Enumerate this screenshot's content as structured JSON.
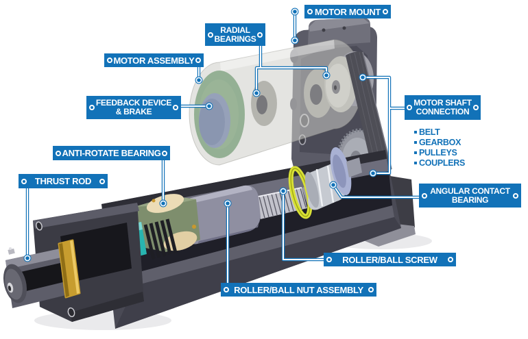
{
  "colors": {
    "label_background": "#1272b8",
    "label_text": "#ffffff",
    "leader_line_blue": "#1272b8",
    "leader_line_core": "#ffffff",
    "background": "#ffffff"
  },
  "labels": {
    "motor_mount": {
      "text": "MOTOR MOUNT"
    },
    "radial_bearings": {
      "line1": "RADIAL",
      "line2": "BEARINGS"
    },
    "motor_assembly": {
      "text": "MOTOR ASSEMBLY"
    },
    "feedback_device_brake": {
      "line1": "FEEDBACK DEVICE",
      "line2": "& BRAKE"
    },
    "anti_rotate_bearing": {
      "text": "ANTI-ROTATE BEARING"
    },
    "thrust_rod": {
      "text": "THRUST ROD"
    },
    "motor_shaft_connection": {
      "line1": "MOTOR SHAFT",
      "line2": "CONNECTION",
      "sub_items": [
        "BELT",
        "GEARBOX",
        "PULLEYS",
        "COUPLERS"
      ]
    },
    "angular_contact_bearing": {
      "line1": "ANGULAR CONTACT",
      "line2": "BEARING"
    },
    "roller_ball_screw": {
      "text": "ROLLER/BALL SCREW"
    },
    "roller_ball_nut_assembly": {
      "text": "ROLLER/BALL NUT ASSEMBLY"
    }
  }
}
